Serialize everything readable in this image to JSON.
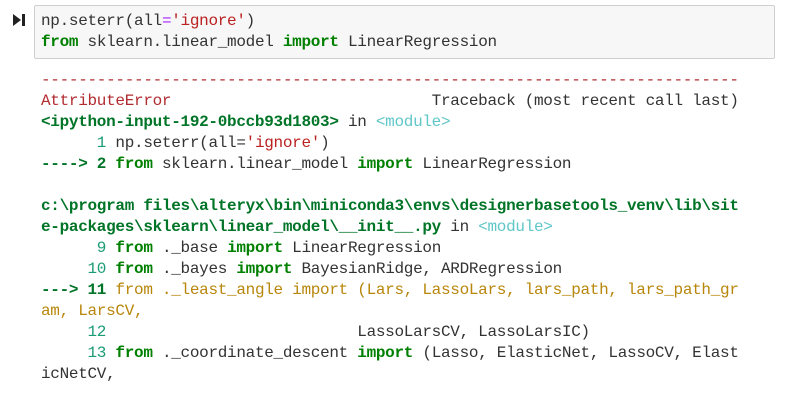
{
  "cell": {
    "run_icon": "run-step-icon",
    "input_lines": [
      [
        {
          "t": "np.seterr(",
          "c": "plain"
        },
        {
          "t": "all",
          "c": "plain"
        },
        {
          "t": "=",
          "c": "op"
        },
        {
          "t": "'ignore'",
          "c": "str"
        },
        {
          "t": ")",
          "c": "plain"
        }
      ],
      [
        {
          "t": "from",
          "c": "kw"
        },
        {
          "t": " sklearn.linear_model ",
          "c": "plain"
        },
        {
          "t": "import",
          "c": "kw"
        },
        {
          "t": " LinearRegression",
          "c": "plain"
        }
      ]
    ]
  },
  "output": {
    "lines": [
      [
        {
          "t": "---------------------------------------------------------------------------",
          "c": "dash"
        }
      ],
      [
        {
          "t": "AttributeError",
          "c": "err"
        },
        {
          "t": "                            Traceback (most recent call last)",
          "c": "plain"
        }
      ],
      [
        {
          "t": "<ipython-input-192-0bccb93d1803>",
          "c": "grn"
        },
        {
          "t": " in ",
          "c": "plain"
        },
        {
          "t": "<module>",
          "c": "cyan"
        }
      ],
      [
        {
          "t": "      1 ",
          "c": "num"
        },
        {
          "t": "np.seterr(all=",
          "c": "plain"
        },
        {
          "t": "'ignore'",
          "c": "str"
        },
        {
          "t": ")",
          "c": "plain"
        }
      ],
      [
        {
          "t": "----> 2 ",
          "c": "grn"
        },
        {
          "t": "from",
          "c": "kw"
        },
        {
          "t": " sklearn.linear_model ",
          "c": "plain"
        },
        {
          "t": "import",
          "c": "kw"
        },
        {
          "t": " LinearRegression",
          "c": "plain"
        }
      ],
      [
        {
          "t": "",
          "c": "plain"
        }
      ],
      [
        {
          "t": "c:\\program files\\alteryx\\bin\\miniconda3\\envs\\designerbasetools_venv\\lib\\sit",
          "c": "grn"
        }
      ],
      [
        {
          "t": "e-packages\\sklearn\\linear_model\\__init__.py",
          "c": "grn"
        },
        {
          "t": " in ",
          "c": "plain"
        },
        {
          "t": "<module>",
          "c": "cyan"
        }
      ],
      [
        {
          "t": "      9 ",
          "c": "num"
        },
        {
          "t": "from",
          "c": "kw"
        },
        {
          "t": " ._base ",
          "c": "plain"
        },
        {
          "t": "import",
          "c": "kw"
        },
        {
          "t": " LinearRegression",
          "c": "plain"
        }
      ],
      [
        {
          "t": "     10 ",
          "c": "num"
        },
        {
          "t": "from",
          "c": "kw"
        },
        {
          "t": " ._bayes ",
          "c": "plain"
        },
        {
          "t": "import",
          "c": "kw"
        },
        {
          "t": " BayesianRidge, ARDRegression",
          "c": "plain"
        }
      ],
      [
        {
          "t": "---> 11 ",
          "c": "grn"
        },
        {
          "t": "from ._least_angle import (Lars, LassoLars, lars_path, lars_path_gr",
          "c": "ylw"
        }
      ],
      [
        {
          "t": "am, LarsCV,",
          "c": "ylw"
        }
      ],
      [
        {
          "t": "     12 ",
          "c": "num"
        },
        {
          "t": "                          LassoLarsCV, LassoLarsIC)",
          "c": "plain"
        }
      ],
      [
        {
          "t": "     13 ",
          "c": "num"
        },
        {
          "t": "from",
          "c": "kw"
        },
        {
          "t": " ._coordinate_descent ",
          "c": "plain"
        },
        {
          "t": "import",
          "c": "kw"
        },
        {
          "t": " (Lasso, ElasticNet, LassoCV, Elast",
          "c": "plain"
        }
      ],
      [
        {
          "t": "icNetCV,",
          "c": "plain"
        }
      ]
    ]
  }
}
